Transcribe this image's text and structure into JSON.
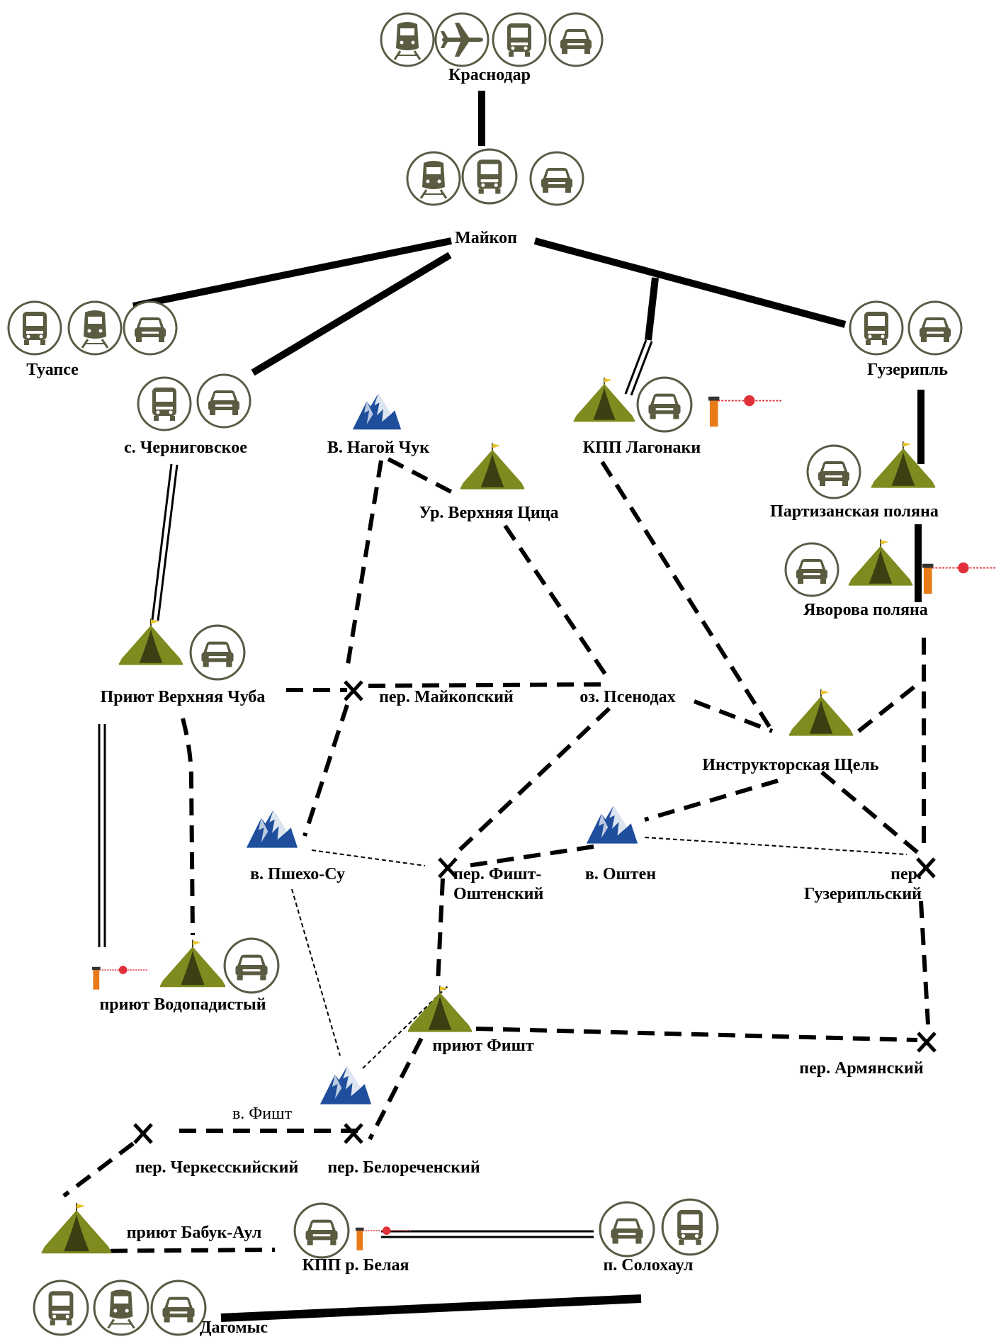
{
  "colors": {
    "icon_ring": "#5a5a45",
    "icon_fill": "#5b5b42",
    "tent": "#7f8a1f",
    "tent_dark": "#3b3f12",
    "mountain": "#1f4f9c",
    "barrier": "#e87a18",
    "stop": "#e0303a",
    "line": "#000000"
  },
  "places": {
    "krasnodar": "Краснодар",
    "maykop": "Майкоп",
    "tuapse": "Туапсе",
    "guzeripl": "Гузерипль",
    "chernigovskoe": "с. Черниговское",
    "nagoy_chuk": "В. Нагой Чук",
    "kpp_lagonaki": "КПП Лагонаки",
    "verkhnyaya_tsitsa": "Ур. Верхняя Цица",
    "partizanskaya": "Партизанская поляна",
    "yavorova": "Яворова поляна",
    "verkhnyaya_chuba": "Приют Верхняя Чуба",
    "maykopsky_pass": "пер. Майкопский",
    "psenodakh": "оз. Псенодах",
    "instruktorskaya": "Инструкторская Щель",
    "pshekho_su": "в. Пшехо-Су",
    "fisht_oshten_pass": "пер. Фишт-Оштенский",
    "oshten": "в. Оштен",
    "guzeriplsky_pass": "пер. Гузерипльский",
    "vodopadisty": "приют Водопадистый",
    "fisht_shelter": "приют Фишт",
    "armyansky_pass": "пер. Армянский",
    "fisht_peak": "в. Фишт",
    "cherkessky_pass": "пер. Черкесскийский",
    "belorechensky_pass": "пер. Белореченский",
    "babuk_aul": "приют Бабук-Аул",
    "kpp_belaya": "КПП р. Белая",
    "solokhaul": "п. Солохаул",
    "dagomys": "Дагомыс"
  },
  "icon_names": [
    "train-icon",
    "airplane-icon",
    "bus-icon",
    "car-icon",
    "tent-icon",
    "mountain-icon",
    "barrier-icon",
    "pass-cross-icon"
  ]
}
